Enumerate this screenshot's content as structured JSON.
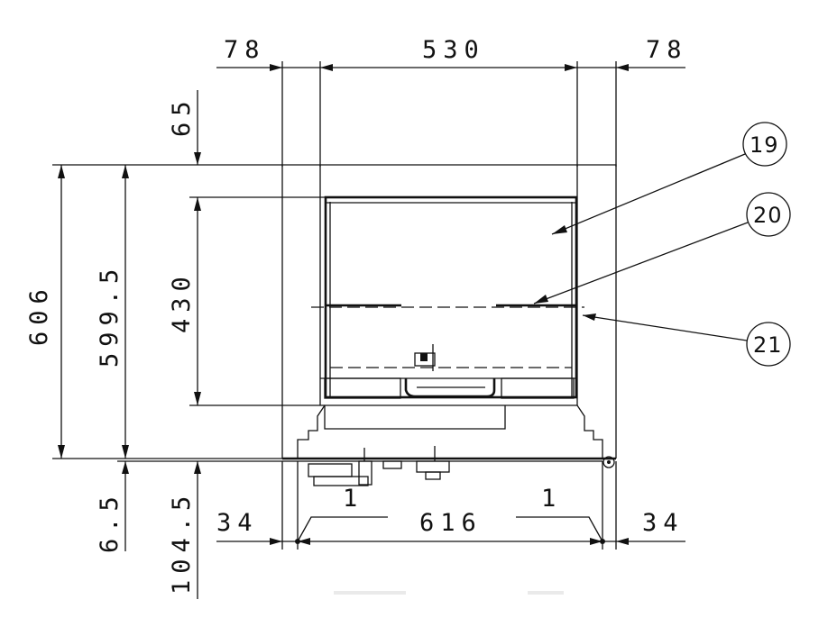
{
  "drawing": {
    "dimensions": {
      "top_left": "78",
      "top_center": "530",
      "top_right": "78",
      "left_65": "65",
      "left_606": "606",
      "left_599_5": "599.5",
      "left_430": "430",
      "left_6_5": "6.5",
      "left_104_5": "104.5",
      "bottom_left": "34",
      "bottom_center": "616",
      "bottom_right": "34",
      "slope_left": "1",
      "slope_right": "1"
    },
    "callouts": {
      "c19": "19",
      "c20": "20",
      "c21": "21"
    }
  }
}
